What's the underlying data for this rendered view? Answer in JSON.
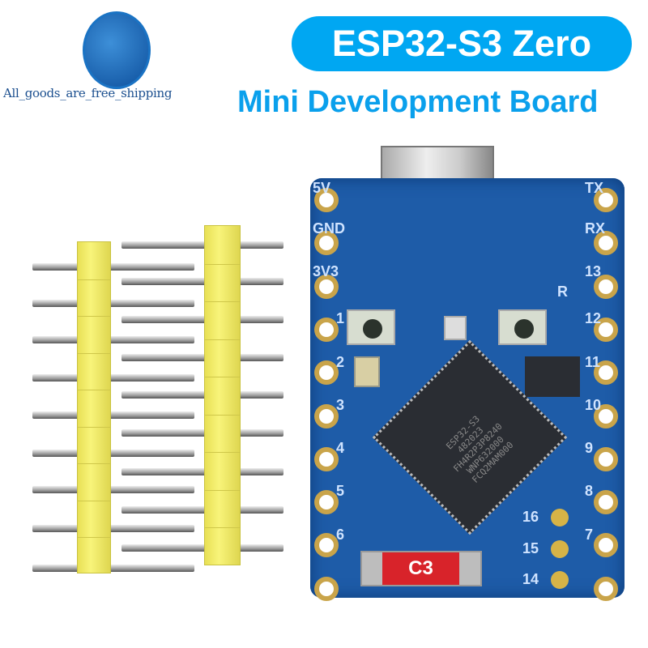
{
  "brand": {
    "text": "All_goods_are_free_shipping"
  },
  "title": "ESP32-S3 Zero",
  "subtitle": "Mini Development Board",
  "colors": {
    "title_pill": "#00a7f2",
    "subtitle": "#0aa0ec",
    "pcb": "#1e5ca8",
    "header": "#f5f070"
  },
  "board": {
    "left_labels": [
      "5V",
      "GND",
      "3V3",
      "1",
      "2",
      "3",
      "4",
      "5",
      "6"
    ],
    "right_labels": [
      "TX",
      "RX",
      "13",
      "12",
      "11",
      "10",
      "9",
      "8",
      "7"
    ],
    "inner_labels": [
      "16",
      "15",
      "14"
    ],
    "reset_label": "R",
    "antenna_label": "C3",
    "chip_lines": [
      "ESP32-S3",
      "482023",
      "FH4R2P3P8240",
      "WNP632000",
      "FCQ2MAM000"
    ]
  }
}
